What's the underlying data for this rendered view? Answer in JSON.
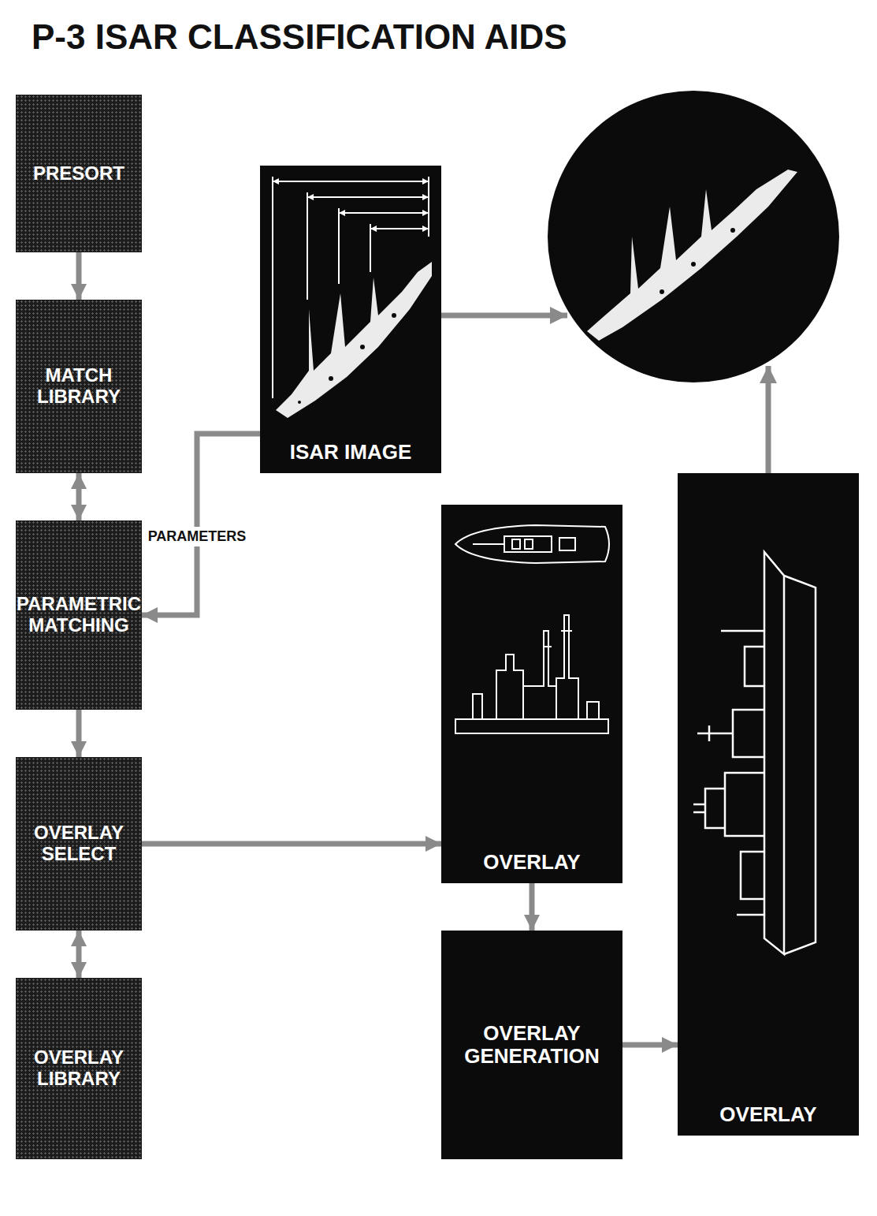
{
  "diagram": {
    "title": "P-3 ISAR CLASSIFICATION AIDS",
    "nodes": [
      {
        "text": [
          "PRESORT"
        ]
      },
      {
        "text": [
          "MATCH LIBRARY"
        ]
      },
      {
        "text": [
          "PARAMETRIC MATCHING"
        ]
      },
      {
        "text": [
          "OVERLAY SELECT"
        ]
      },
      {
        "text": [
          "OVERLAY LIBRARY"
        ]
      },
      {
        "text": [
          "ISAR IMAGE"
        ]
      },
      {
        "text": [
          "OVERLAY"
        ]
      },
      {
        "text": [
          "OVERLAY GENERATION"
        ]
      },
      {
        "text": [
          "OVERLAY"
        ]
      }
    ],
    "edges": [
      {
        "from": 0,
        "to": 1,
        "arrow": "to"
      },
      {
        "from": 1,
        "to": 2,
        "arrow": "both"
      },
      {
        "from": 2,
        "to": 3,
        "arrow": "to"
      },
      {
        "from": 3,
        "to": 4,
        "arrow": "both"
      },
      {
        "from": 5,
        "to": 2,
        "label": "PARAMETERS",
        "arrow": "to"
      },
      {
        "from": 3,
        "to": 6,
        "arrow": "to"
      },
      {
        "from": 6,
        "to": 7,
        "arrow": "to"
      },
      {
        "from": 7,
        "to": 8,
        "arrow": "to"
      }
    ]
  }
}
